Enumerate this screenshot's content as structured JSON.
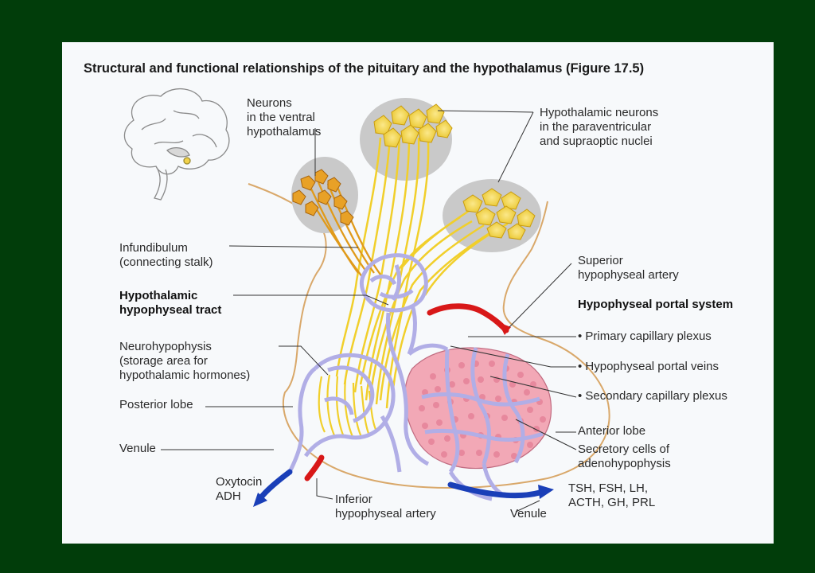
{
  "title": "Structural and functional relationships of the pituitary and the hypothalamus (Figure 17.5)",
  "labels": {
    "neurons_ventral": "Neurons\nin the ventral\nhypothalamus",
    "hypothalamic_neurons": "Hypothalamic neurons\nin the paraventricular\nand supraoptic nuclei",
    "infundibulum": "Infundibulum\n(connecting stalk)",
    "superior_artery": "Superior\nhypophyseal artery",
    "hypothalamic_tract": "Hypothalamic\nhypophyseal tract",
    "portal_system": "Hypophyseal portal system",
    "primary_plexus": "• Primary capillary plexus",
    "portal_veins": "• Hypophyseal portal veins",
    "secondary_plexus": "• Secondary capillary plexus",
    "neurohypophysis": "Neurohypophysis\n(storage area for\nhypothalamic hormones)",
    "posterior_lobe": "Posterior lobe",
    "anterior_lobe": "Anterior lobe",
    "secretory_cells": "Secretory cells of\nadenohypophysis",
    "venule_left": "Venule",
    "oxytocin_adh": "Oxytocin\nADH",
    "inferior_artery": "Inferior\nhypophyseal artery",
    "venule_bottom": "Venule",
    "anterior_hormones": "TSH, FSH, LH,\nACTH, GH, PRL"
  },
  "colors": {
    "background": "#013d0a",
    "panel": "#f7f9fb",
    "neuron_yellow": "#f5d63c",
    "neuron_orange": "#e09a1a",
    "capillary": "#b7b4ea",
    "anterior_pink": "#f2a8b6",
    "artery_red": "#d81818",
    "vein_blue": "#1a3fb8",
    "nucleus_gray": "#c9c9c9"
  }
}
